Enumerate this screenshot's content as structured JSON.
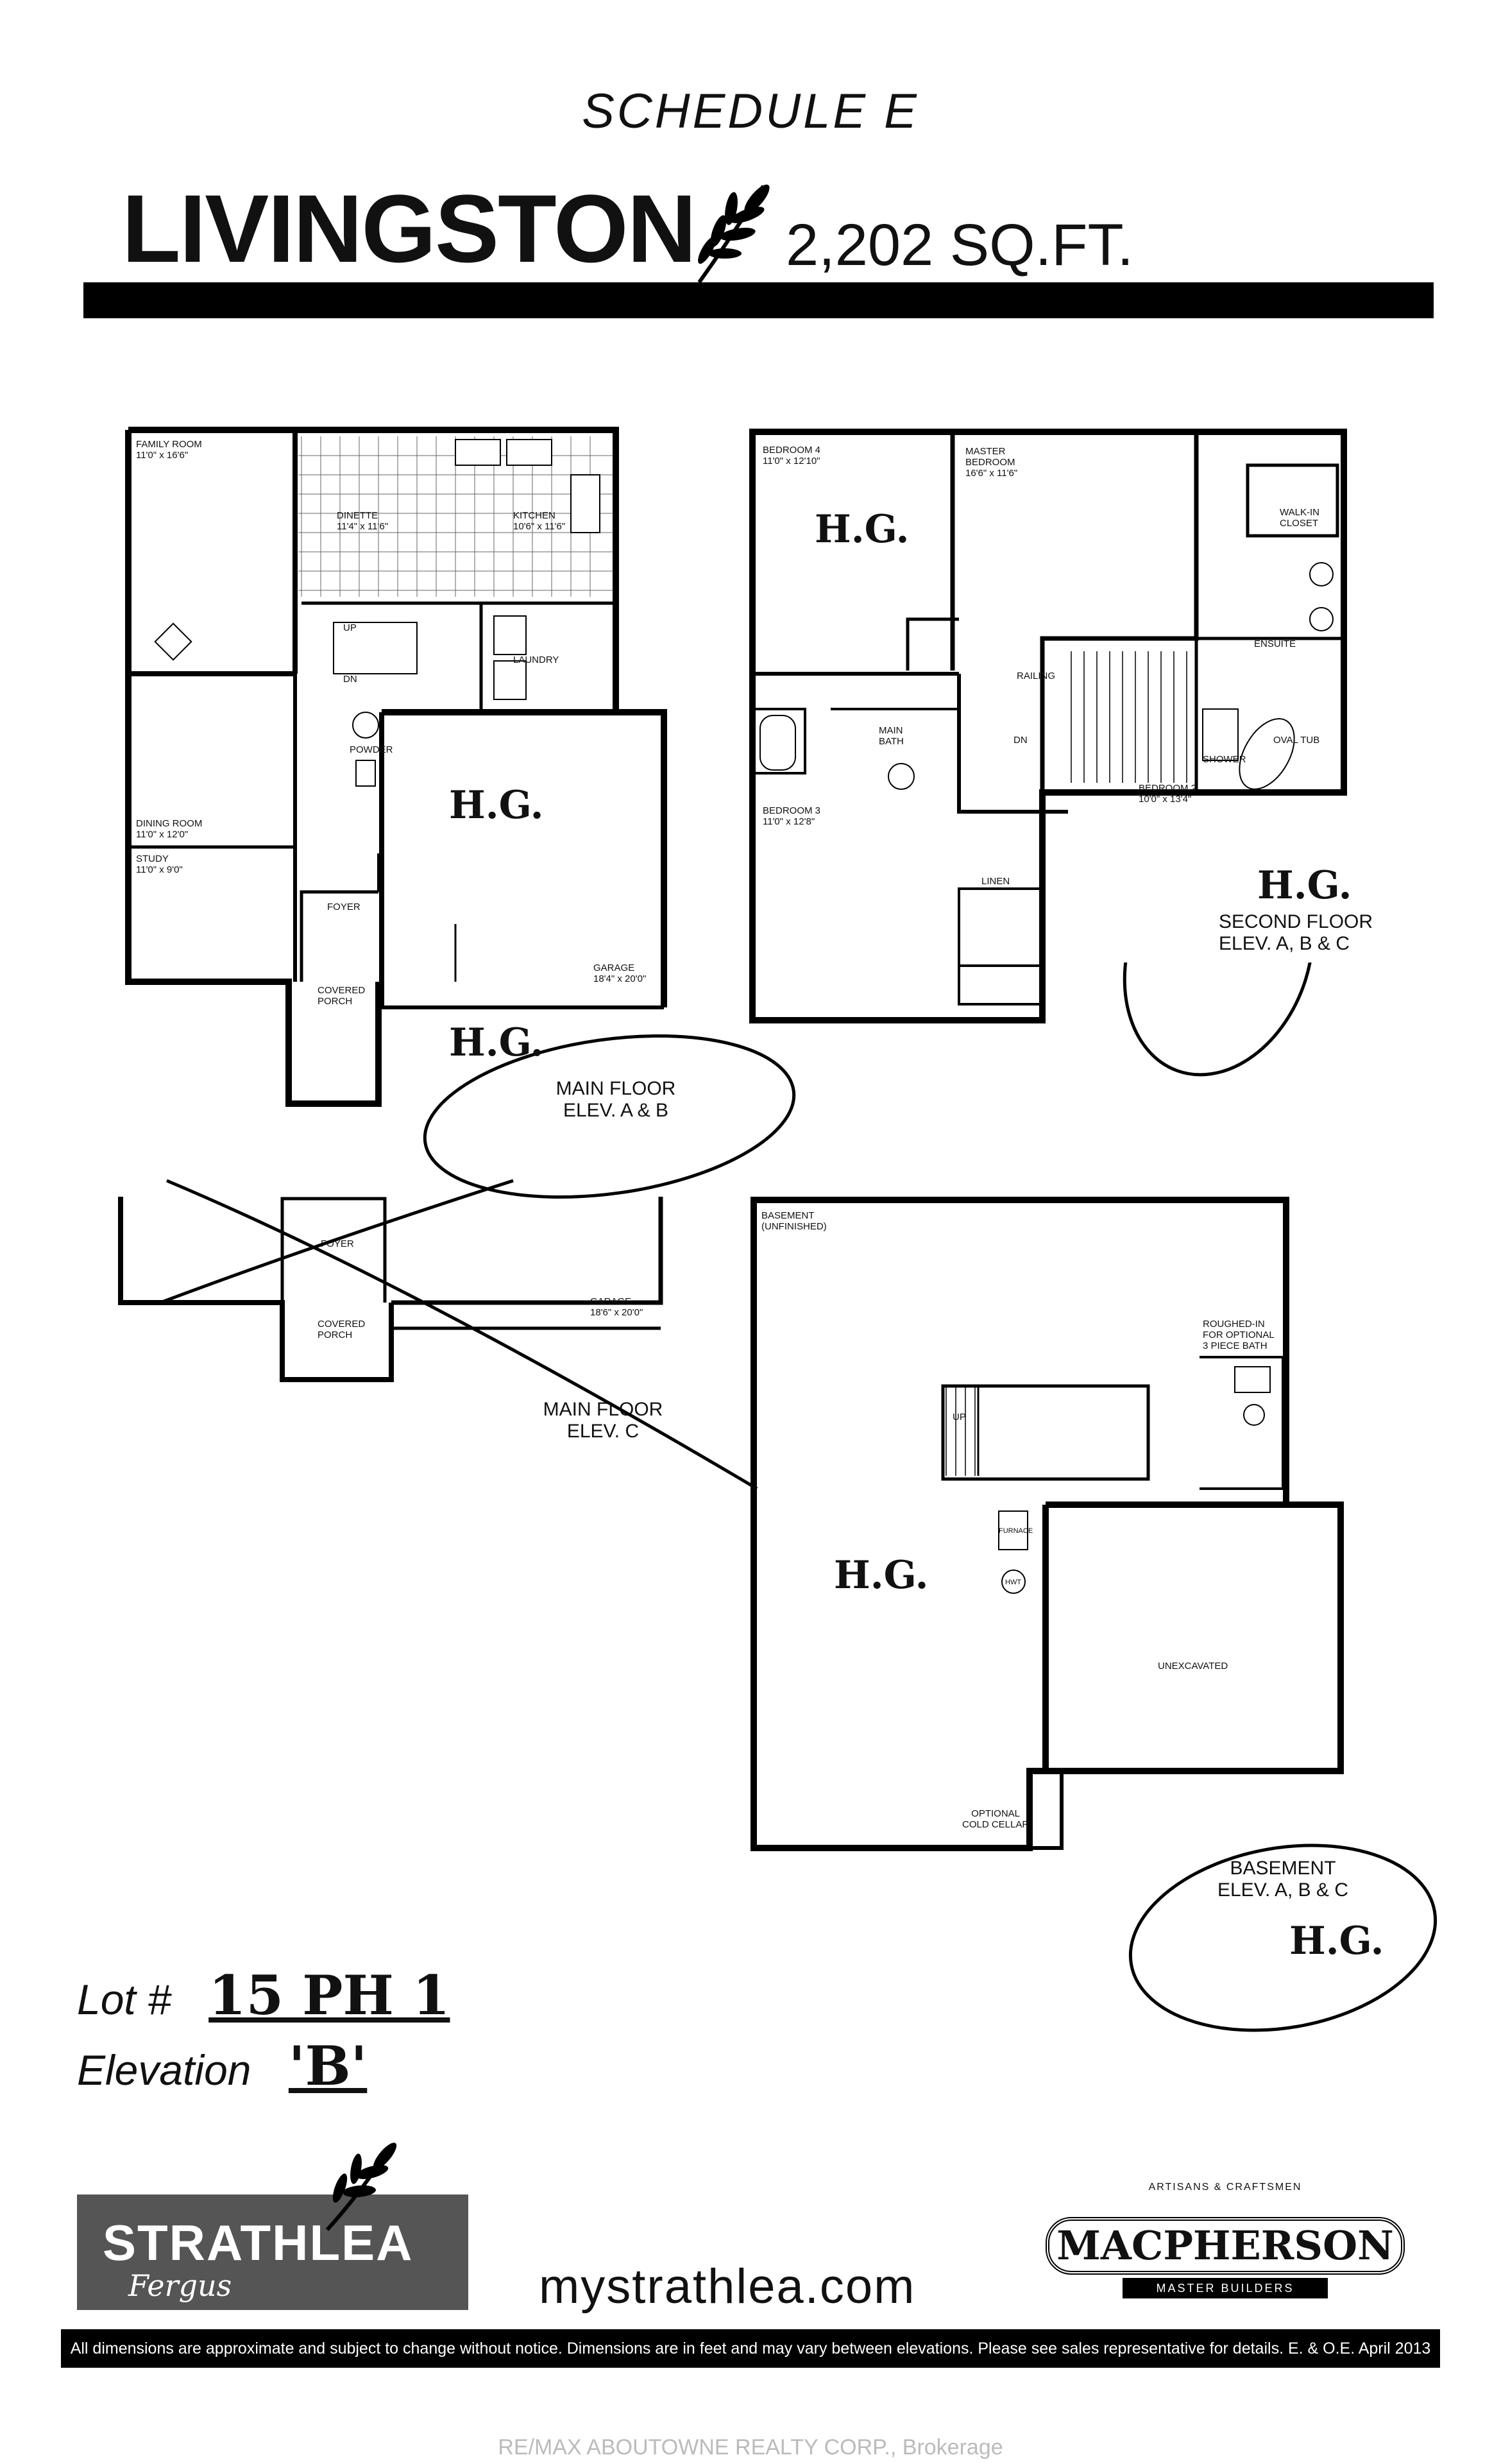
{
  "header": {
    "schedule": "SCHEDULE E",
    "model_name": "LIVINGSTON",
    "area": "2,202 SQ.FT."
  },
  "main_floor": {
    "caption_line1": "MAIN FLOOR",
    "caption_line2": "ELEV. A & B",
    "rooms": {
      "family": "FAMILY ROOM\n11'0\" x 16'6\"",
      "dinette": "DINETTE\n11'4\" x 11'6\"",
      "kitchen": "KITCHEN\n10'6\" x 11'6\"",
      "laundry": "LAUNDRY",
      "powder": "POWDER",
      "dining": "DINING ROOM\n11'0\" x 12'0\"",
      "study": "STUDY\n11'0\" x 9'0\"",
      "foyer": "FOYER",
      "porch": "COVERED\nPORCH",
      "garage": "GARAGE\n18'4\" x 20'0\"",
      "up": "UP",
      "dn": "DN"
    }
  },
  "second_floor": {
    "caption_line1": "SECOND FLOOR",
    "caption_line2": "ELEV. A, B & C",
    "rooms": {
      "bed4": "BEDROOM 4\n11'0\" x 12'10\"",
      "master": "MASTER\nBEDROOM\n16'6\" x 11'6\"",
      "walkin": "WALK-IN\nCLOSET",
      "ensuite": "ENSUITE",
      "oval_tub": "OVAL TUB",
      "shower": "SHOWER",
      "main_bath": "MAIN\nBATH",
      "bed3": "BEDROOM 3\n11'0\" x 12'8\"",
      "bed2": "BEDROOM 2\n10'0\" x 13'4\"",
      "linen": "LINEN",
      "railing": "RAILING",
      "dn": "DN"
    }
  },
  "main_floor_c": {
    "caption_line1": "MAIN FLOOR",
    "caption_line2": "ELEV. C",
    "rooms": {
      "foyer": "FOYER",
      "porch": "COVERED\nPORCH",
      "garage": "GARAGE\n18'6\" x 20'0\""
    }
  },
  "basement": {
    "caption_line1": "BASEMENT",
    "caption_line2": "ELEV. A, B & C",
    "rooms": {
      "basement": "BASEMENT\n(UNFINISHED)",
      "rough_in": "ROUGHED-IN\nFOR OPTIONAL\n3 PIECE BATH",
      "up": "UP",
      "furnace": "FURNACE",
      "hwt": "HWT",
      "unexcavated": "UNEXCAVATED",
      "cold_cellar": "OPTIONAL\nCOLD CELLAR"
    }
  },
  "lot": {
    "lot_label": "Lot #",
    "lot_value": "15 PH 1",
    "elevation_label": "Elevation",
    "elevation_value": "'B'"
  },
  "footer": {
    "brand_main": "STRATHLEA",
    "brand_sub": "Fergus",
    "website": "mystrathlea.com",
    "builder_top": "ARTISANS & CRAFTSMEN",
    "builder": "MACPHERSON",
    "builder_sub": "MASTER BUILDERS",
    "disclaimer": "All dimensions are approximate and subject to change without notice.  Dimensions are in feet and may vary between elevations. Please see sales representative for details. E. & O.E. April 2013",
    "watermark": "RE/MAX ABOUTOWNE REALTY CORP., Brokerage"
  },
  "initials": "H.G."
}
